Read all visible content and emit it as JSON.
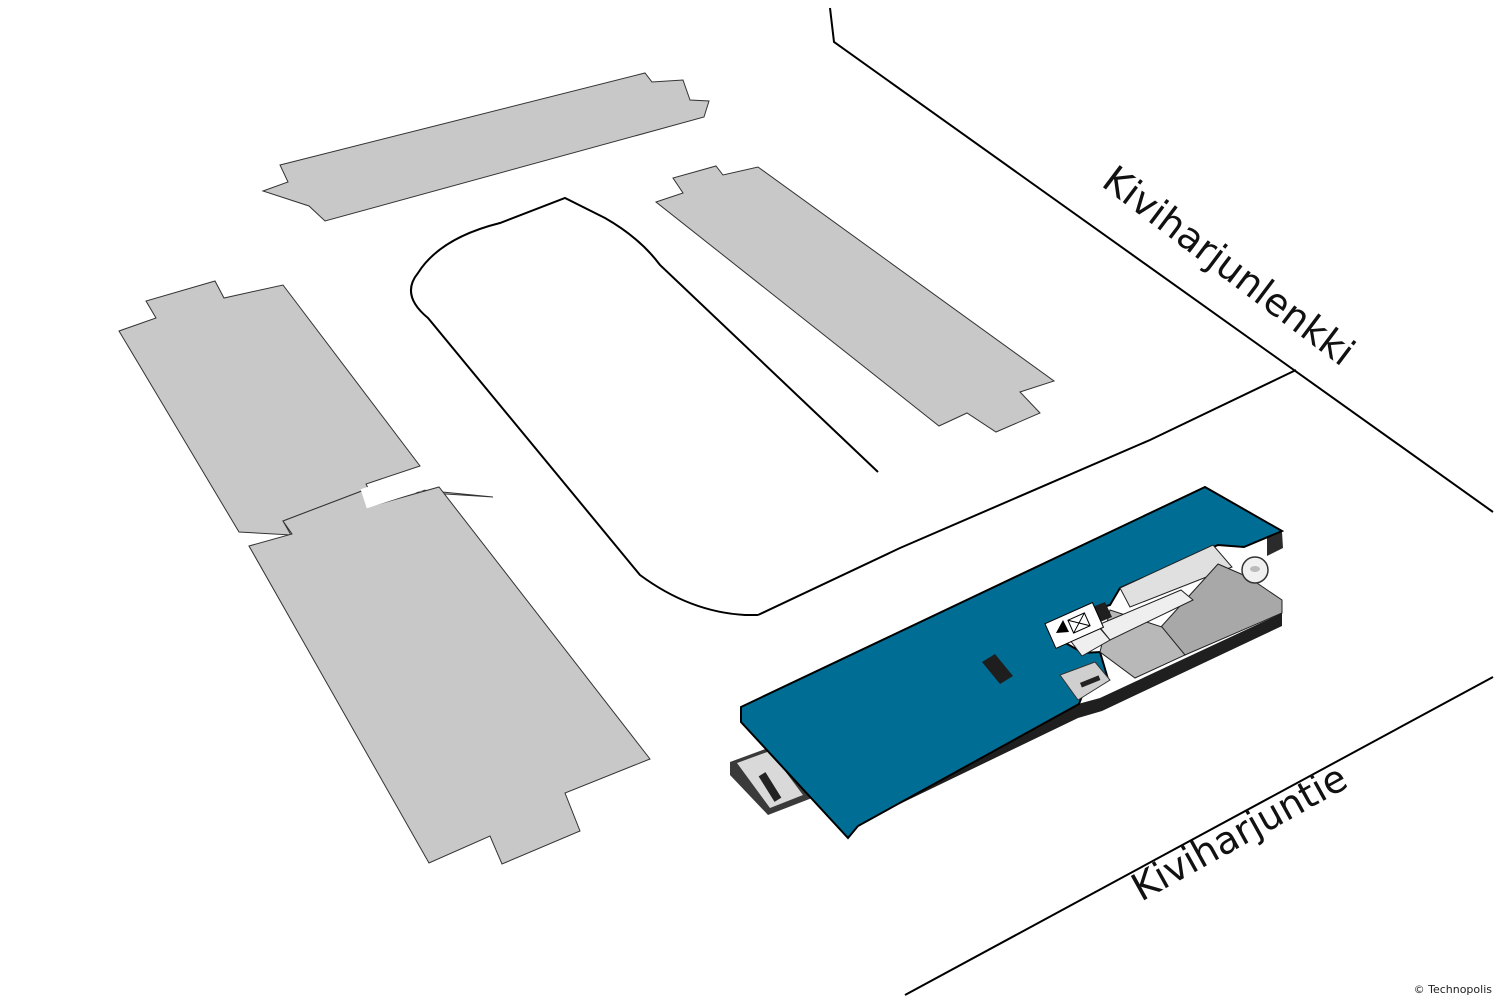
{
  "map": {
    "streets": [
      {
        "id": "kiviharjunlenkki",
        "name": "Kiviharjunlenkki"
      },
      {
        "id": "kiviharjuntie",
        "name": "Kiviharjuntie"
      }
    ],
    "copyright": "© Technopolis",
    "highlighted_building": {
      "color": "#006e94",
      "symbols": [
        "arrow-icon",
        "elevator-icon"
      ]
    },
    "other_buildings_color": "#c8c8c8"
  }
}
